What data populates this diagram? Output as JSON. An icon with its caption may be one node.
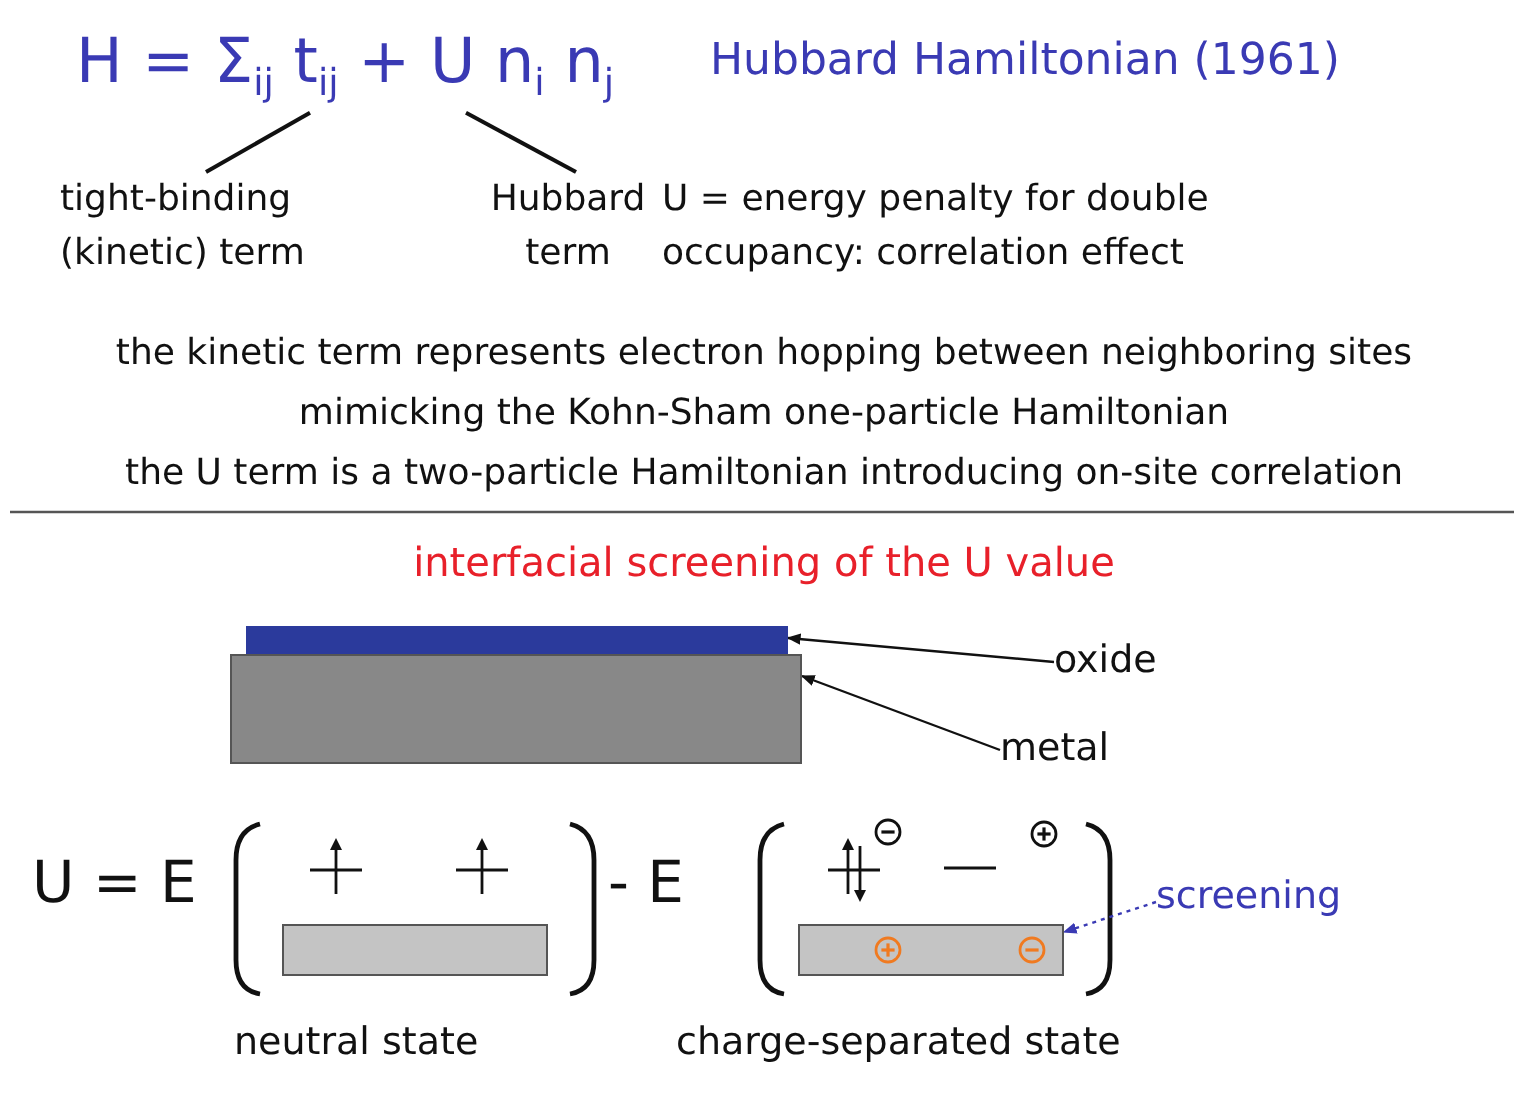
{
  "diagram": {
    "nodes": [
      {
        "text": [
          "H = Σ$_{ij}$ t$_{ij}$ + U n$_{i}$ n$_{j}$"
        ]
      },
      {
        "text": [
          "tight-binding (kinetic) term"
        ]
      },
      {
        "text": [
          "Hubbard term"
        ]
      },
      {
        "text": [],
        "shape": "bar"
      },
      {
        "text": [],
        "shape": "box"
      },
      {
        "text": [
          "oxide"
        ]
      },
      {
        "text": [
          "metal"
        ]
      },
      {
        "text": [
          "screening"
        ]
      },
      {
        "text": [],
        "shape": "box"
      },
      {
        "text": [],
        "shape": "box"
      }
    ],
    "edges": [
      {
        "from": 1,
        "to": 0,
        "arrow": "none"
      },
      {
        "from": 2,
        "to": 0,
        "arrow": "none"
      },
      {
        "from": 5,
        "to": 3,
        "arrow": "to"
      },
      {
        "from": 6,
        "to": 4,
        "arrow": "to"
      },
      {
        "from": 7,
        "to": 9,
        "arrow": "to",
        "style": "dashed",
        "color": "#3a3ab4"
      }
    ],
    "labels": [
      "Hubbard Hamiltonian (1961)",
      "U = energy penalty for double occupancy: correlation effect",
      "the kinetic term represents electron hopping between neighboring sites",
      "mimicking the Kohn-Sham one-particle Hamiltonian",
      "the U term is a two-particle Hamiltonian introducing on-site correlation",
      "interfacial screening of the U value",
      "U = E",
      "- E",
      "neutral state",
      "charge-separated state"
    ]
  }
}
